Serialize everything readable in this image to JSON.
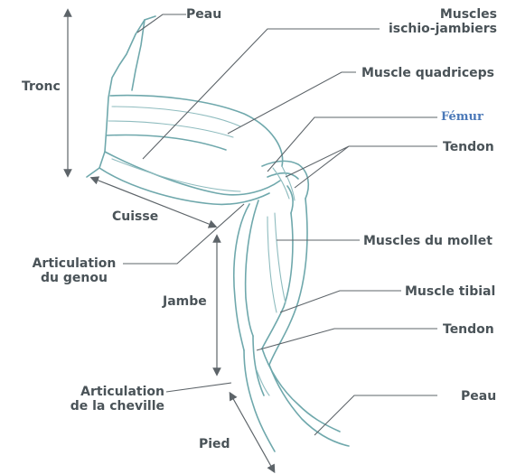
{
  "diagram": {
    "labels": {
      "peau_top": "Peau",
      "muscles_ij_line1": "Muscles",
      "muscles_ij_line2": "ischio-jambiers",
      "tronc": "Tronc",
      "quadriceps": "Muscle quadriceps",
      "femur": "Fémur",
      "tendon_top": "Tendon",
      "cuisse": "Cuisse",
      "genou_line1": "Articulation",
      "genou_line2": "du genou",
      "mollet": "Muscles du mollet",
      "jambe": "Jambe",
      "tibial": "Muscle tibial",
      "tendon_bottom": "Tendon",
      "cheville_line1": "Articulation",
      "cheville_line2": "de la cheville",
      "peau_bottom": "Peau",
      "pied": "Pied"
    },
    "colors": {
      "outline": "#6fa8ac",
      "label_text": "#4a5358",
      "femur_text": "#4a78b8",
      "leader": "#5d6469"
    }
  }
}
